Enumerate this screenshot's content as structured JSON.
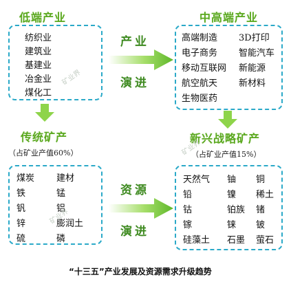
{
  "top_left": {
    "title": "低端产业",
    "items": [
      "纺织业",
      "建筑业",
      "基建业",
      "冶金业",
      "煤化工"
    ]
  },
  "top_right": {
    "title": "中高端产业",
    "col1": [
      "高端制造",
      "电子商务",
      "移动互联网",
      "航空航天",
      "生物医药"
    ],
    "col2": [
      "3D打印",
      "智能汽车",
      "新能源",
      "新材料"
    ]
  },
  "middle_labels": {
    "top_word1": "产业",
    "top_word2": "演进",
    "bottom_word1": "资源",
    "bottom_word2": "演进"
  },
  "bottom_left": {
    "title": "传统矿产",
    "subtitle": "（占矿业产值60%）",
    "col1": [
      "煤炭",
      "铁",
      "钒",
      "锌",
      "硫"
    ],
    "col2": [
      "建材",
      "锰",
      "铝",
      "膨润土",
      "磷"
    ]
  },
  "bottom_right": {
    "title": "新兴战略矿产",
    "subtitle": "（占矿业产值15%）",
    "col1": [
      "天然气",
      "铅",
      "钴",
      "镓",
      "硅藻土"
    ],
    "col2": [
      "铀",
      "镍",
      "铂族",
      "铼",
      "石墨"
    ],
    "col3": [
      "铜",
      "稀土",
      "锗",
      "铍",
      "萤石"
    ]
  },
  "watermarks": [
    "矿业界",
    "矿业界",
    "矿业界"
  ],
  "caption": "“十三五”产业发展及资源需求升级趋势",
  "colors": {
    "green": "#5aa81e",
    "dashed_border": "#2aa9c8",
    "arrow_green": "#8ed44a"
  }
}
